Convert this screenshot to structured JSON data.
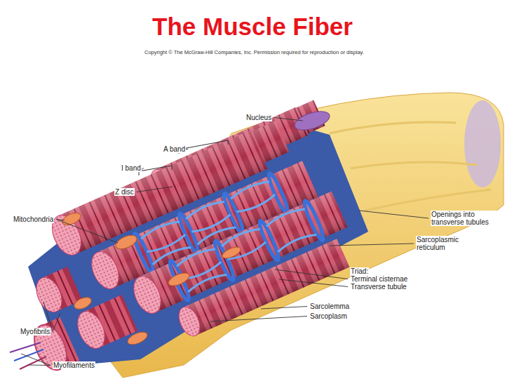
{
  "diagram": {
    "title": "The Muscle Fiber",
    "labels": [
      "Copyright © The McGraw-Hill Companies, Inc. Permission required for reproduction or display.",
      "Nucleus",
      "A band",
      "I band",
      "Z disc",
      "Mitochondria",
      "Openings into transverse tubules",
      "Sarcoplasmic reticulum",
      "Triad:",
      "Terminal cisternae",
      "Transverse tubule",
      "Sarcolemma",
      "Sarcoplasm",
      "Myofibrils",
      "Myofilaments"
    ]
  }
}
